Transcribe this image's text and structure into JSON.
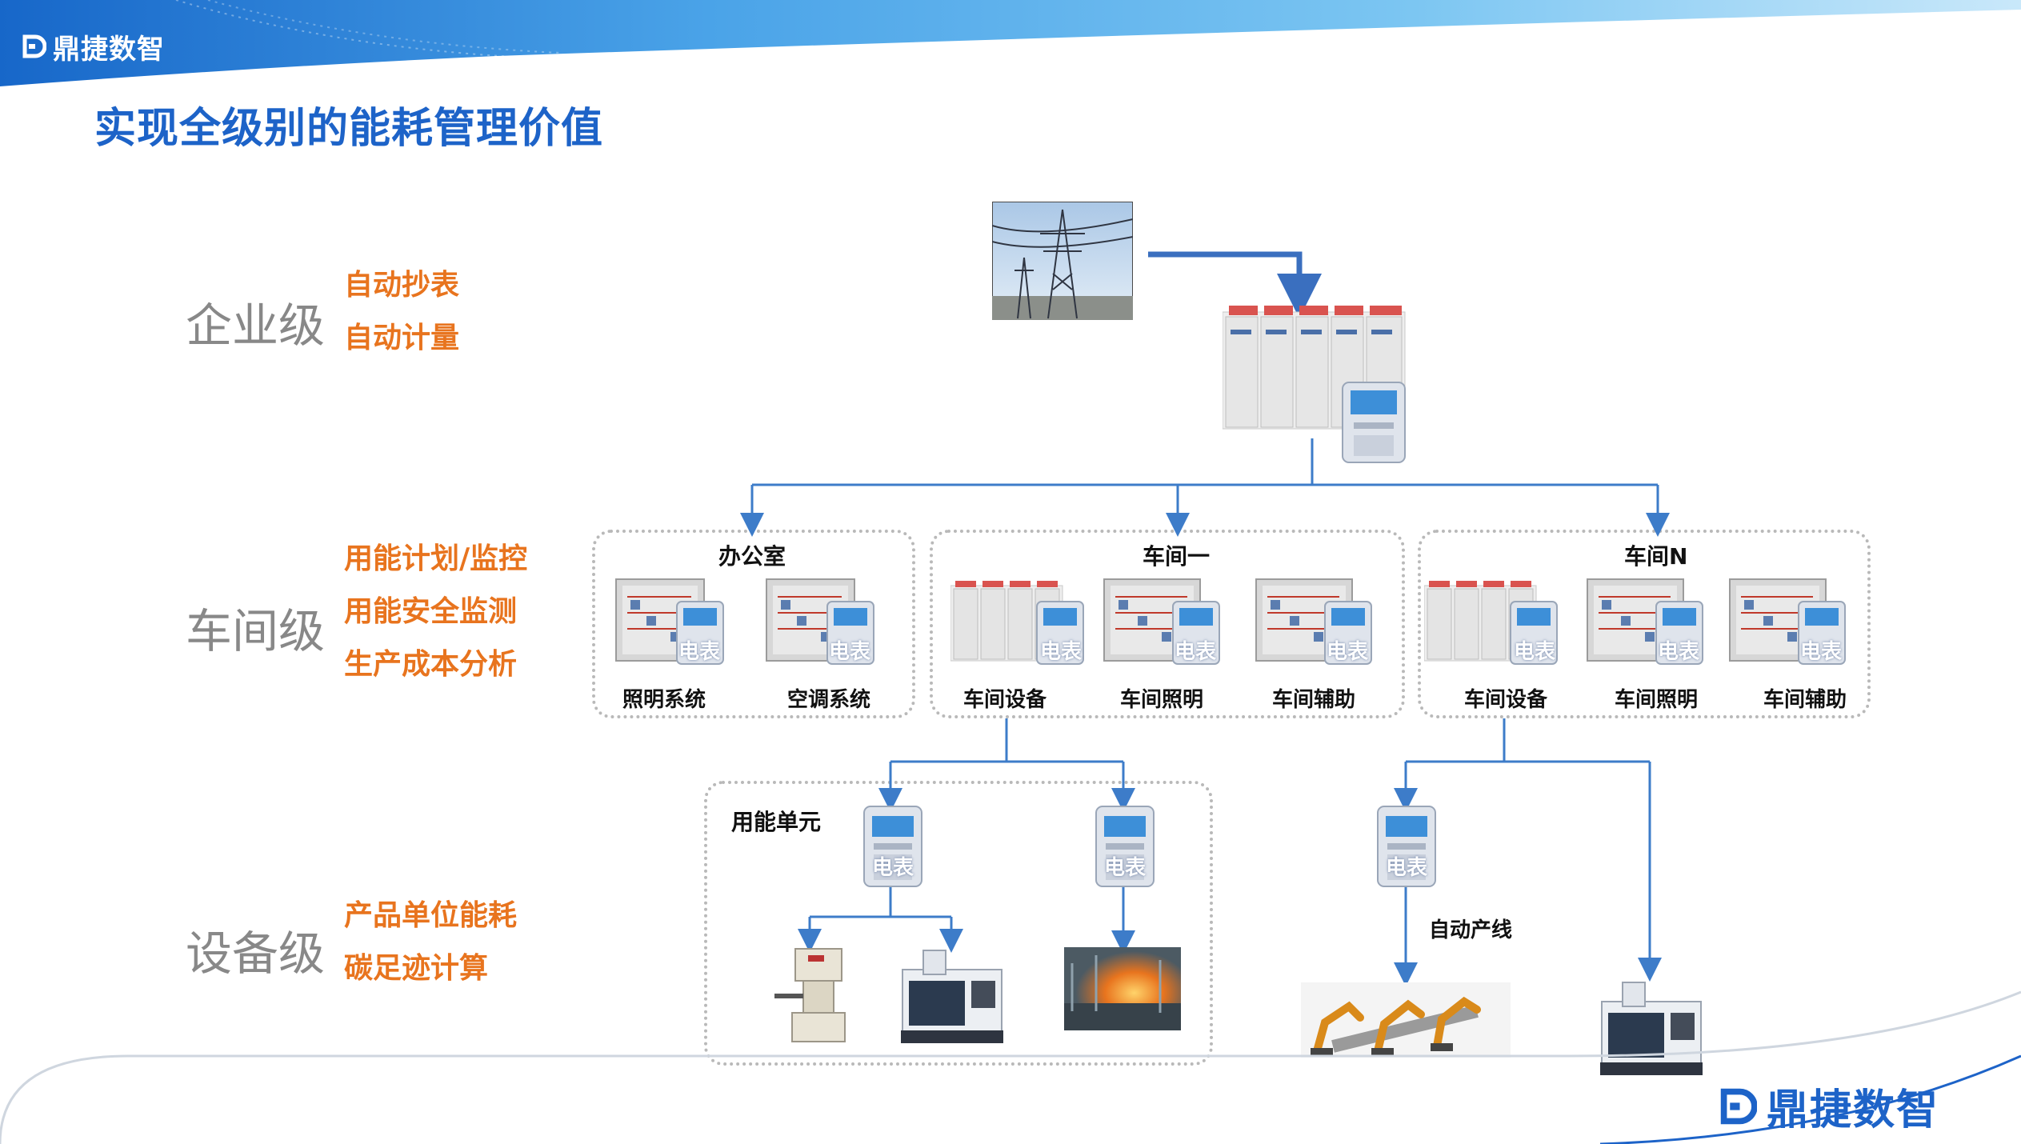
{
  "brand": {
    "name": "鼎捷数智",
    "accent": "#1d63c8",
    "feature_color": "#e8741e"
  },
  "title": "实现全级别的能耗管理价值",
  "levels": [
    {
      "label": "企业级",
      "features": [
        "自动抄表",
        "自动计量"
      ]
    },
    {
      "label": "车间级",
      "features": [
        "用能计划/监控",
        "用能安全监测",
        "生产成本分析"
      ]
    },
    {
      "label": "设备级",
      "features": [
        "产品单位能耗",
        "碳足迹计算"
      ]
    }
  ],
  "groups": [
    {
      "title": "办公室",
      "items": [
        "照明系统",
        "空调系统"
      ]
    },
    {
      "title": "车间一",
      "items": [
        "车间设备",
        "车间照明",
        "车间辅助"
      ]
    },
    {
      "title": "车间N",
      "items": [
        "车间设备",
        "车间照明",
        "车间辅助"
      ]
    }
  ],
  "meter_label": "电表",
  "unit_group_title": "用能单元",
  "auto_line_label": "自动产线",
  "icons": [
    "transmission-tower-photo",
    "power-distribution-cabinet-icon",
    "electric-meter-icon",
    "control-panel-icon",
    "press-machine-icon",
    "cnc-machine-icon",
    "furnace-photo",
    "robot-arm-line-photo"
  ]
}
